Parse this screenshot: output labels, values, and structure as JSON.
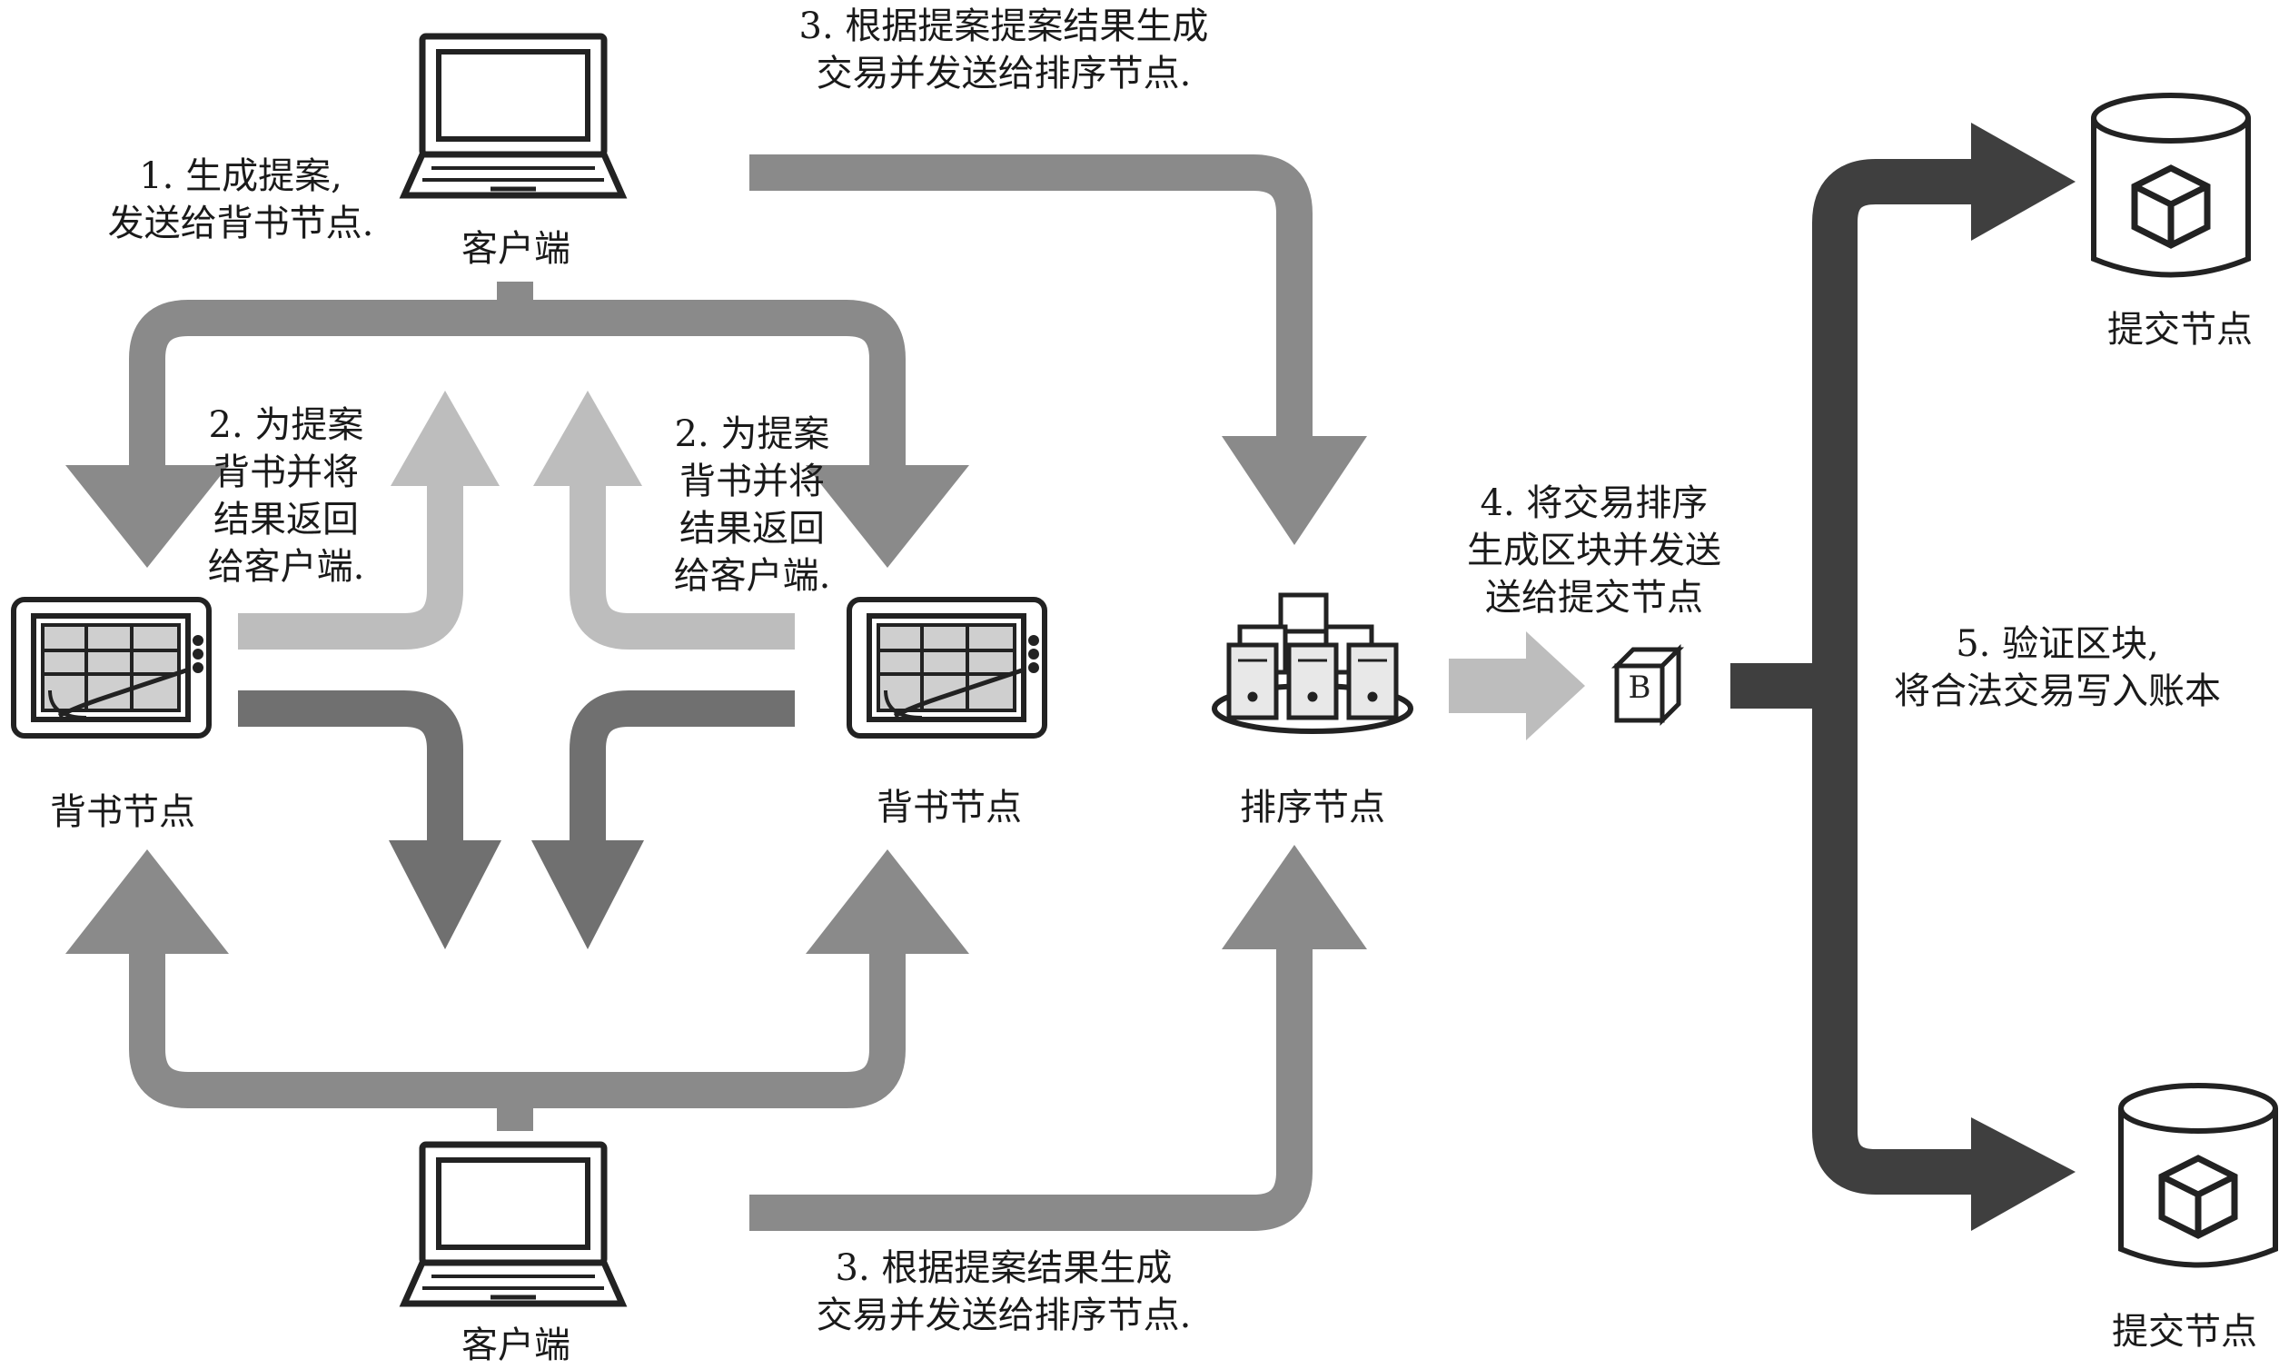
{
  "colors": {
    "mid_arrow": "#8a8a8a",
    "light_arrow": "#bdbdbd",
    "dark_arrow": "#707070",
    "darkest_arrow": "#3f3f3f",
    "icon_stroke": "#222222"
  },
  "nodes": {
    "client_top": "客户端",
    "client_bottom": "客户端",
    "endorser_left": "背书节点",
    "endorser_right": "背书节点",
    "orderer": "排序节点",
    "committer_top": "提交节点",
    "committer_bottom": "提交节点",
    "block_letter": "B"
  },
  "steps": {
    "step1": [
      "1. 生成提案,",
      "发送给背书节点."
    ],
    "step2_left": [
      "2. 为提案",
      "背书并将",
      "结果返回",
      "给客户端."
    ],
    "step2_right": [
      "2. 为提案",
      "背书并将",
      "结果返回",
      "给客户端."
    ],
    "step3_top": [
      "3. 根据提案提案结果生成",
      "交易并发送给排序节点."
    ],
    "step3_bottom": [
      "3. 根据提案结果生成",
      "交易并发送给排序节点."
    ],
    "step4": [
      "4. 将交易排序",
      "生成区块并发送",
      "送给提交节点"
    ],
    "step5": [
      "5. 验证区块,",
      "将合法交易写入账本"
    ]
  },
  "icons": {
    "client_top": "laptop-icon",
    "client_bottom": "laptop-icon",
    "endorser_left": "tablet-icon",
    "endorser_right": "tablet-icon",
    "orderer": "server-cluster-icon",
    "block": "block-cube-icon",
    "committer_top": "database-cube-icon",
    "committer_bottom": "database-cube-icon"
  }
}
